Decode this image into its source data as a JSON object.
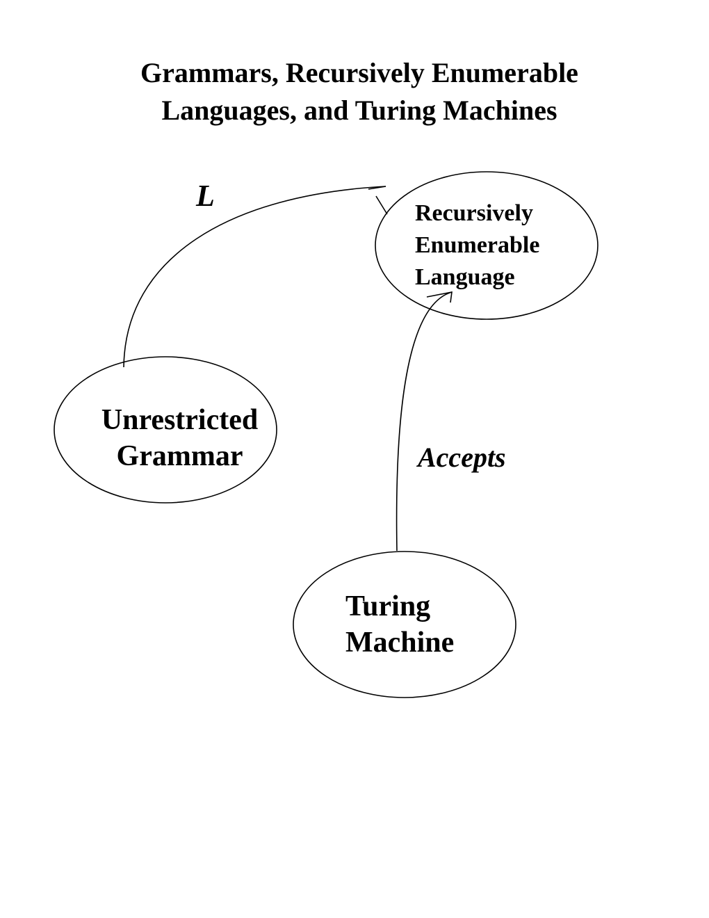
{
  "title": {
    "line1": "Grammars, Recursively Enumerable",
    "line2": "Languages, and Turing Machines"
  },
  "nodes": {
    "re_language": {
      "line1": "Recursively",
      "line2": "Enumerable",
      "line3": "Language"
    },
    "unrestricted_grammar": {
      "line1": "Unrestricted",
      "line2": "Grammar"
    },
    "turing_machine": {
      "line1": "Turing",
      "line2": "Machine"
    }
  },
  "edges": {
    "grammar_to_language": {
      "label": "L"
    },
    "machine_to_language": {
      "label": "Accepts"
    }
  },
  "colors": {
    "stroke": "#000000",
    "background": "#ffffff"
  }
}
